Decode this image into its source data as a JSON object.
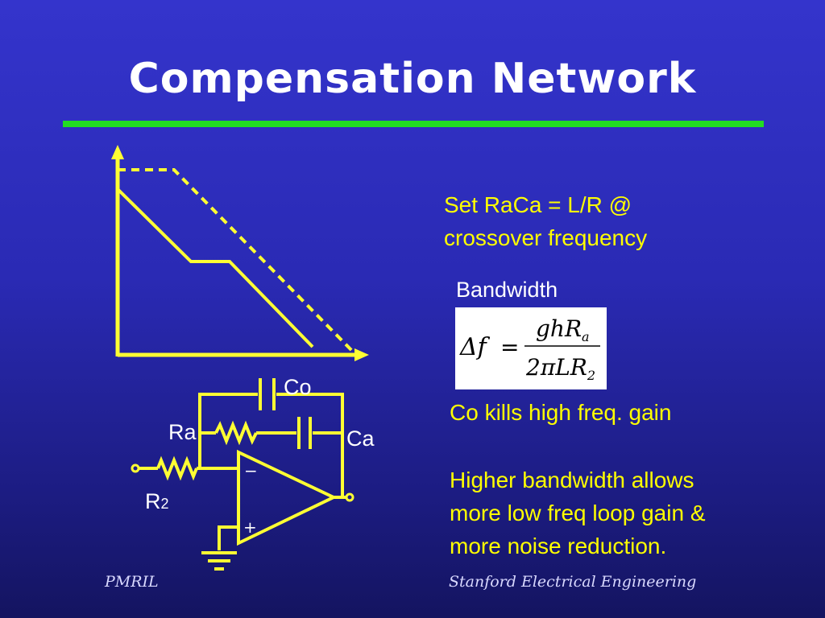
{
  "slide": {
    "title": "Compensation Network",
    "footer_left": "PMRIL",
    "footer_right": "Stanford Electrical Engineering"
  },
  "annotations": {
    "set_line1": "Set RaCa = L/R @",
    "set_line2": "crossover frequency",
    "bandwidth_label": "Bandwidth",
    "co_kills": "Co kills high freq. gain",
    "higher_line1": "Higher bandwidth allows",
    "higher_line2": "more low freq loop gain &",
    "higher_line3": "more noise reduction."
  },
  "circuit": {
    "label_co": "Co",
    "label_ra": "Ra",
    "label_ca": "Ca",
    "label_r": "R",
    "label_r_sub": "2",
    "minus": "−",
    "plus": "+"
  },
  "formula": {
    "lhs": "Δf",
    "eq": "=",
    "numerator": "ghR",
    "numerator_sub": "a",
    "denominator": "2πLR",
    "denominator_sub": "2"
  },
  "colors": {
    "accent_yellow": "#ffff00",
    "rule_green": "#22dd22",
    "text_white": "#ffffff"
  }
}
